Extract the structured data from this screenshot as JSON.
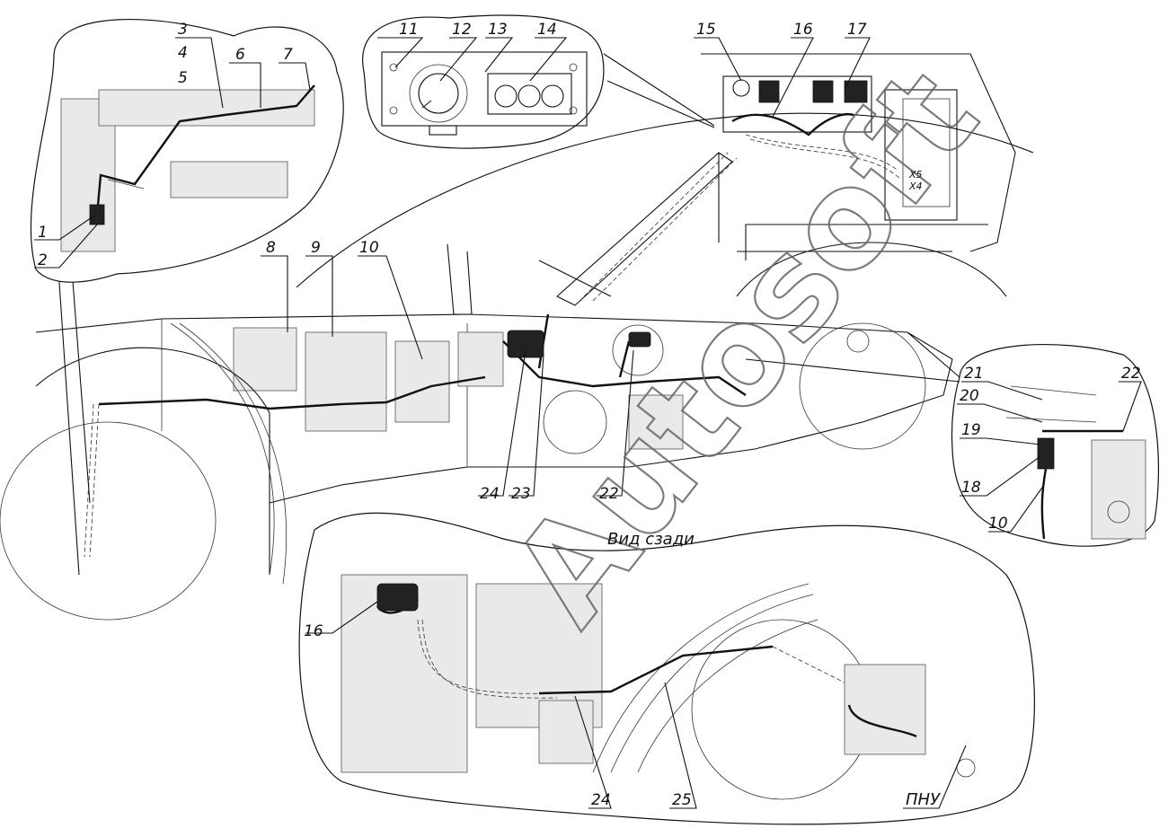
{
  "diagram": {
    "caption_rear_view": "Вид сзади",
    "caption_pnu": "ПНУ",
    "connectors": {
      "x5": "X5",
      "x4": "X4"
    },
    "watermark": "Autosoft",
    "labels": {
      "l1": "1",
      "l2": "2",
      "l3": "3",
      "l4": "4",
      "l5": "5",
      "l6": "6",
      "l7": "7",
      "l8": "8",
      "l9": "9",
      "l10": "10",
      "l11": "11",
      "l12": "12",
      "l13": "13",
      "l14": "14",
      "l15": "15",
      "l16": "16",
      "l17": "17",
      "l18": "18",
      "l19": "19",
      "l20": "20",
      "l21": "21",
      "l22": "22",
      "l23": "23",
      "l24": "24",
      "l25": "25",
      "l10b": "10",
      "l22b": "22",
      "l24b": "24",
      "l16b": "16"
    }
  }
}
